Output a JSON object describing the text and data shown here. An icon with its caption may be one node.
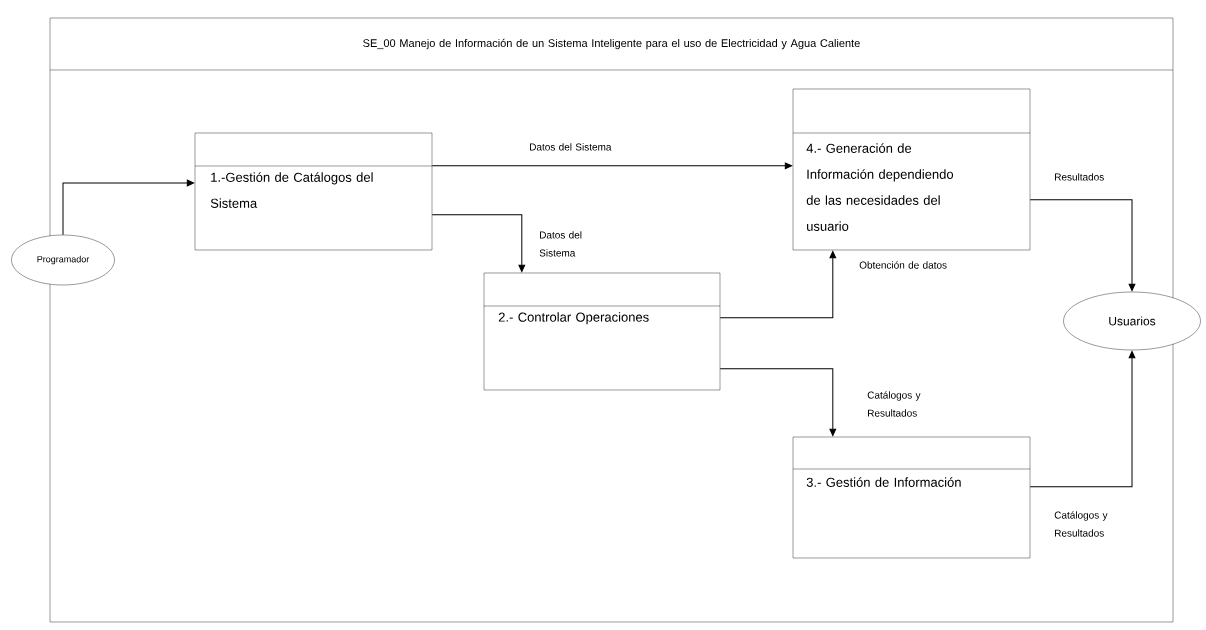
{
  "diagram": {
    "nodes": [
      {
        "text": [
          "SE_00 Manejo de Información de un Sistema Inteligente para el uso de Electricidad y Agua Caliente"
        ]
      },
      {
        "text": [
          "Programador"
        ]
      },
      {
        "text": [
          "1.-Gestión de Catálogos del Sistema"
        ],
        "in": 0
      },
      {
        "text": [
          "2.- Controlar Operaciones"
        ],
        "in": 0
      },
      {
        "text": [
          "4.- Generación de Información dependiendo de las necesidades del usuario"
        ],
        "in": 0
      },
      {
        "text": [
          "3.- Gestión de Información"
        ],
        "in": 0
      },
      {
        "text": [
          "Usuarios"
        ]
      }
    ],
    "edges": [
      {
        "from": 1,
        "to": 2,
        "arrow": "to"
      },
      {
        "from": 2,
        "to": 4,
        "arrow": "to",
        "label": "Datos del Sistema"
      },
      {
        "from": 2,
        "to": 3,
        "arrow": "to",
        "label": "Datos del Sistema"
      },
      {
        "from": 3,
        "to": 4,
        "arrow": "to",
        "label": "Obtención de datos"
      },
      {
        "from": 3,
        "to": 5,
        "arrow": "to",
        "label": "Catálogos y Resultados"
      },
      {
        "from": 4,
        "to": 6,
        "arrow": "to",
        "label": "Resultados"
      },
      {
        "from": 5,
        "to": 6,
        "arrow": "to",
        "label": "Catálogos y Resultados"
      }
    ]
  }
}
